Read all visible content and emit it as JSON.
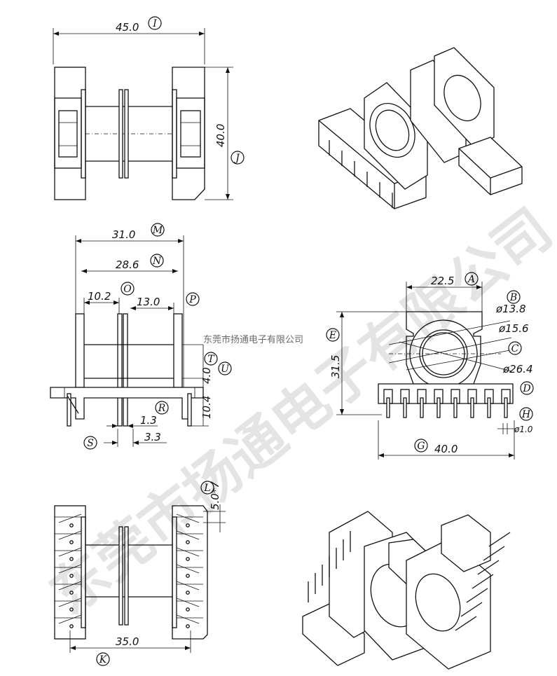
{
  "watermark_main": "东莞市扬通电子有限公司",
  "watermark_small": "东莞市扬通电子有限公司",
  "top_view": {
    "width_dim": "45.0",
    "width_label": "I",
    "height_dim": "40.0",
    "height_label": "J"
  },
  "side_view": {
    "dim_M": "31.0",
    "label_M": "M",
    "dim_N": "28.6",
    "label_N": "N",
    "dim_O": "10.2",
    "label_O": "O",
    "dim_P": "13.0",
    "label_P": "P",
    "dim_T": "4.0",
    "label_T": "T",
    "dim_U": "10.4",
    "label_U": "U",
    "dim_R": "1.3",
    "label_R": "R",
    "dim_S": "3.3",
    "label_S": "S"
  },
  "front_view": {
    "dim_A": "22.5",
    "label_A": "A",
    "dim_B": "ø13.8",
    "label_B": "B",
    "dim_C_top": "ø15.6",
    "label_C": "C",
    "dim_C_bot": "ø26.4",
    "label_D": "D",
    "dim_E": "31.5",
    "label_E": "E",
    "dim_G": "40.0",
    "label_G": "G",
    "dim_H": "ø1.0",
    "label_H": "H"
  },
  "bottom_view": {
    "dim_L": "5.0*7",
    "label_L": "L",
    "dim_K": "35.0",
    "label_K": "K"
  }
}
